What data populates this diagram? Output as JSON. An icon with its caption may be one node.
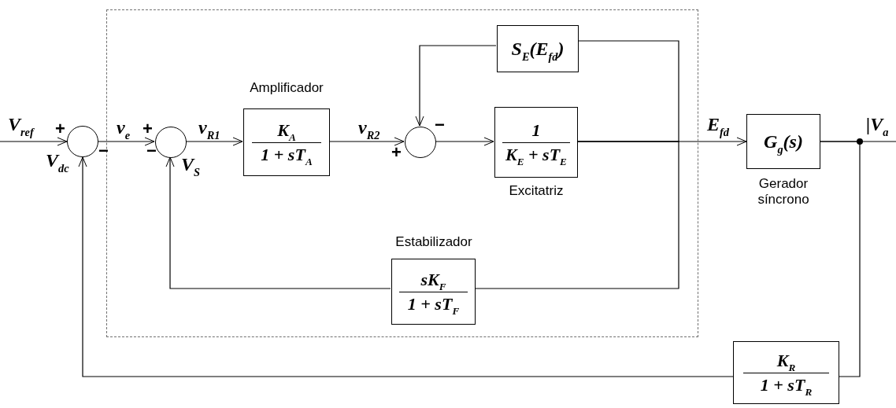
{
  "diagram": {
    "nodes": [
      {
        "text": [],
        "shape": "box"
      },
      {
        "text": [],
        "shape": "circle"
      },
      {
        "text": [],
        "shape": "circle",
        "in": 0
      },
      {
        "text": [
          "K$_{A}$",
          "1 + sT$_{A}$"
        ],
        "in": 0,
        "beside": [
          "Amplificador"
        ]
      },
      {
        "text": [],
        "shape": "circle",
        "in": 0
      },
      {
        "text": [
          "S$_{E}$(E$_{fd}$)"
        ],
        "in": 0
      },
      {
        "text": [
          "1",
          "K$_{E}$ + sT$_{E}$"
        ],
        "in": 0,
        "beside": [
          "Excitatriz"
        ]
      },
      {
        "text": [
          "sK$_{F}$",
          "1 + sT$_{F}$"
        ],
        "in": 0,
        "beside": [
          "Estabilizador"
        ]
      },
      {
        "text": [
          "G$_{g}$(s)"
        ],
        "beside": [
          "Gerador síncrono"
        ]
      },
      {
        "text": [
          "K$_{R}$",
          "1 + sT$_{R}$"
        ]
      }
    ],
    "edges": [
      {
        "from": null,
        "to": 1,
        "arrow": "to",
        "label": "V$_{ref}$"
      },
      {
        "from": 1,
        "to": 2,
        "arrow": "to",
        "label": "v$_{e}$"
      },
      {
        "from": 2,
        "to": 3,
        "arrow": "to",
        "label": "v$_{R1}$"
      },
      {
        "from": 3,
        "to": 4,
        "arrow": "to",
        "label": "v$_{R2}$"
      },
      {
        "from": 4,
        "to": 6,
        "arrow": "to"
      },
      {
        "from": 6,
        "to": 8,
        "arrow": "to",
        "label": "E$_{fd}$"
      },
      {
        "from": 6,
        "to": 5,
        "arrow": "none"
      },
      {
        "from": 6,
        "to": 7,
        "arrow": "none"
      },
      {
        "from": 7,
        "to": 2,
        "arrow": "to",
        "label": "V$_{S}$"
      },
      {
        "from": 5,
        "to": 4,
        "arrow": "to"
      },
      {
        "from": 8,
        "to": null,
        "arrow": "none",
        "label": "|V$_{a}$"
      },
      {
        "from": 8,
        "to": 9,
        "arrow": "none"
      },
      {
        "from": 9,
        "to": 1,
        "arrow": "to",
        "label": "V$_{dc}$"
      }
    ],
    "labels": [
      "+",
      "+",
      "+",
      "−",
      "−",
      "−"
    ]
  }
}
